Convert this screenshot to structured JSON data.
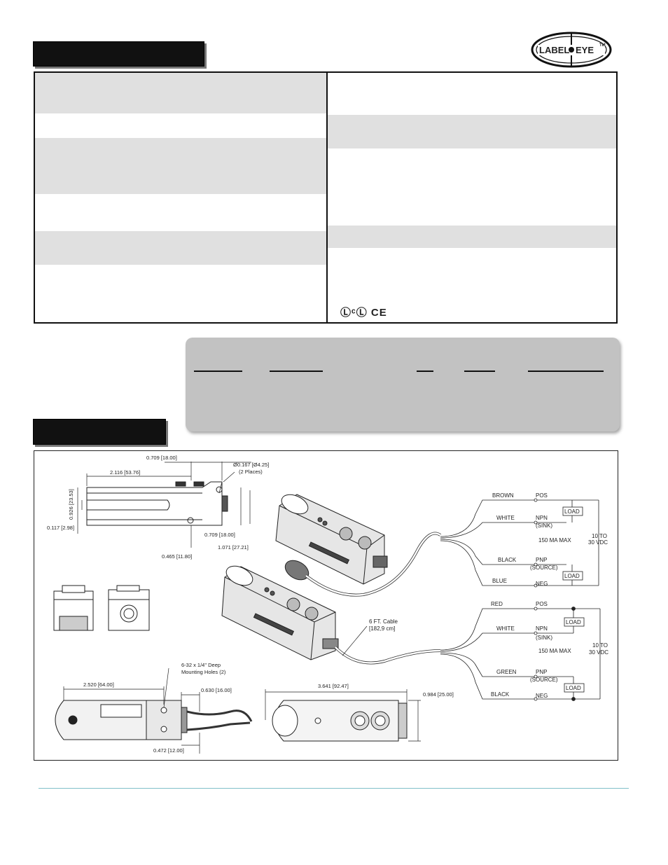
{
  "brand": {
    "logo_text_left": "LABEL",
    "logo_text_right": "EYE",
    "trademark": "TM"
  },
  "certifications": {
    "marks": "ⓁᶜⓁ CE"
  },
  "wiring": {
    "top": {
      "wires": [
        "BROWN",
        "WHITE",
        "BLACK",
        "BLUE"
      ],
      "terminals": [
        "POS",
        "NPN",
        "PNP",
        "NEG"
      ],
      "npn_sub": "(SINK)",
      "pnp_sub": "(SOURCE)",
      "current": "150 MA MAX",
      "load": "LOAD",
      "supply_1": "10 TO",
      "supply_2": "30 VDC"
    },
    "bottom": {
      "wires": [
        "RED",
        "WHITE",
        "GREEN",
        "BLACK"
      ],
      "terminals": [
        "POS",
        "NPN",
        "PNP",
        "NEG"
      ],
      "npn_sub": "(SINK)",
      "pnp_sub": "(SOURCE)",
      "current": "150 MA MAX",
      "load": "LOAD",
      "supply_1": "10 TO",
      "supply_2": "30 VDC"
    },
    "cable_1": "6 FT. Cable",
    "cable_2": "[182,9 cm]"
  },
  "dimensions": {
    "top_width": "0.709 [18.00]",
    "length": "2.116 [53.76]",
    "hole_dia": "Ø0.167 [Ø4.25]",
    "hole_places": "(2 Places)",
    "height": "0.926 [23.53]",
    "slot": "0.117 [2.98]",
    "side_709": "0.709 [18.00]",
    "side_1071": "1.071 [27.21]",
    "hole_465": "0.465 [11.80]",
    "mount_1": "6-32 x 1/4\" Deep",
    "mount_2": "Mounting Holes (2)",
    "bottom_length": "2.520 [64.00]",
    "bottom_630": "0.630 [16.00]",
    "bottom_472": "0.472 [12.00]",
    "front_length": "3.641 [92.47]",
    "front_height": "0.984 [25.00]"
  }
}
